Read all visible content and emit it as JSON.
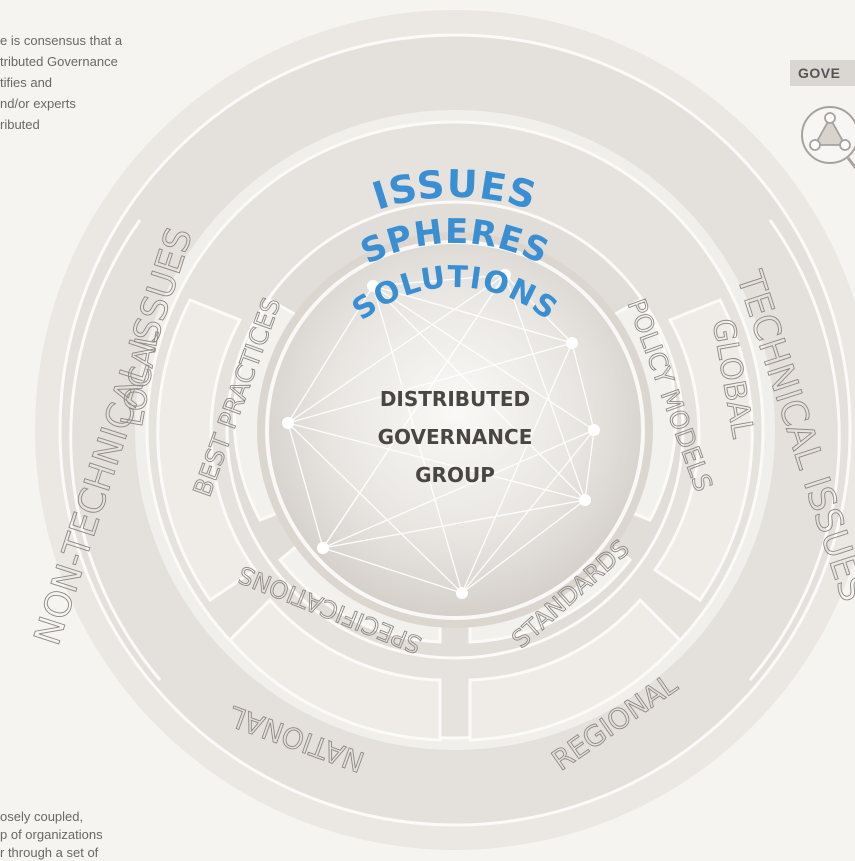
{
  "intro_text": {
    "lines": [
      "e is consensus that a",
      "tributed Governance",
      "tifies and",
      "nd/or experts",
      "ributed"
    ]
  },
  "footer_text": {
    "lines": [
      "osely coupled,",
      "p of organizations",
      "r through a set of"
    ]
  },
  "side_label": {
    "text": "GOVE"
  },
  "headings": {
    "issues": "ISSUES",
    "spheres": "SPHERES",
    "solutions": "SOLUTIONS"
  },
  "outer_ring": {
    "left": "NON-TECHNICAL ISSUES",
    "right": "TECHNICAL ISSUES"
  },
  "middle_ring": {
    "local": "LOCAL",
    "global": "GLOBAL",
    "regional": "REGIONAL",
    "national": "NATIONAL"
  },
  "inner_ring": {
    "best_practices": "BEST PRACTICES",
    "policy_models": "POLICY MODELS",
    "standards": "STANDARDS",
    "specifications": "SPECIFICATIONS"
  },
  "center": {
    "line1": "DISTRIBUTED",
    "line2": "GOVERNANCE",
    "line3": "GROUP"
  },
  "colors": {
    "accent_blue": "#3a8fd3",
    "background": "#f6f4f1",
    "ring_outline": "#8d8883"
  }
}
